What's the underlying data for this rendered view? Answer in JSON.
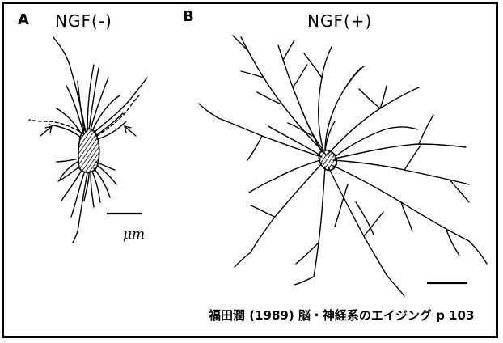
{
  "panel_a": {
    "letter": "A",
    "title": "NGF(-)"
  },
  "panel_b": {
    "letter": "B",
    "title": "NGF(+)"
  },
  "scale_bar_unit": "μm",
  "citation": "福田潤 (1989) 脳・神経系のエイジング p 103",
  "colors": {
    "ink": "#000000",
    "background": "#ffffff"
  }
}
